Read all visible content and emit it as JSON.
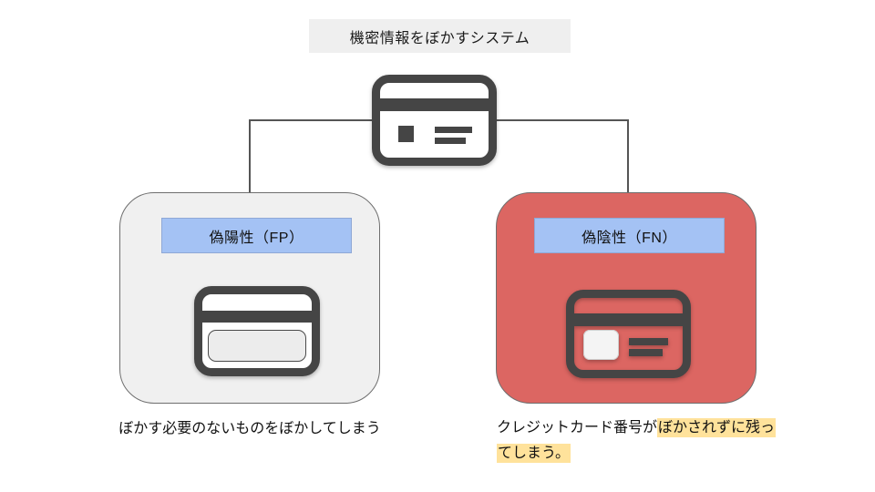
{
  "title": "機密情報をぼかすシステム",
  "diagram": {
    "root_icon": "credit-card-icon",
    "left": {
      "label": "偽陽性（FP）",
      "caption": "ぼかす必要のないものをぼかしてしまう"
    },
    "right": {
      "label": "偽陰性（FN）",
      "caption_plain": "クレジットカード番号が",
      "caption_highlight_line1": "ぼかされずに残っ",
      "caption_highlight_line2": "てしまう。"
    }
  },
  "colors": {
    "title_bg": "#efefef",
    "left_box_bg": "#f0f0f0",
    "right_box_bg": "#dc6662",
    "label_bg": "#a4c2f4",
    "highlight_bg": "#ffe29b",
    "icon_dark": "#454545",
    "connector": "#555555"
  }
}
